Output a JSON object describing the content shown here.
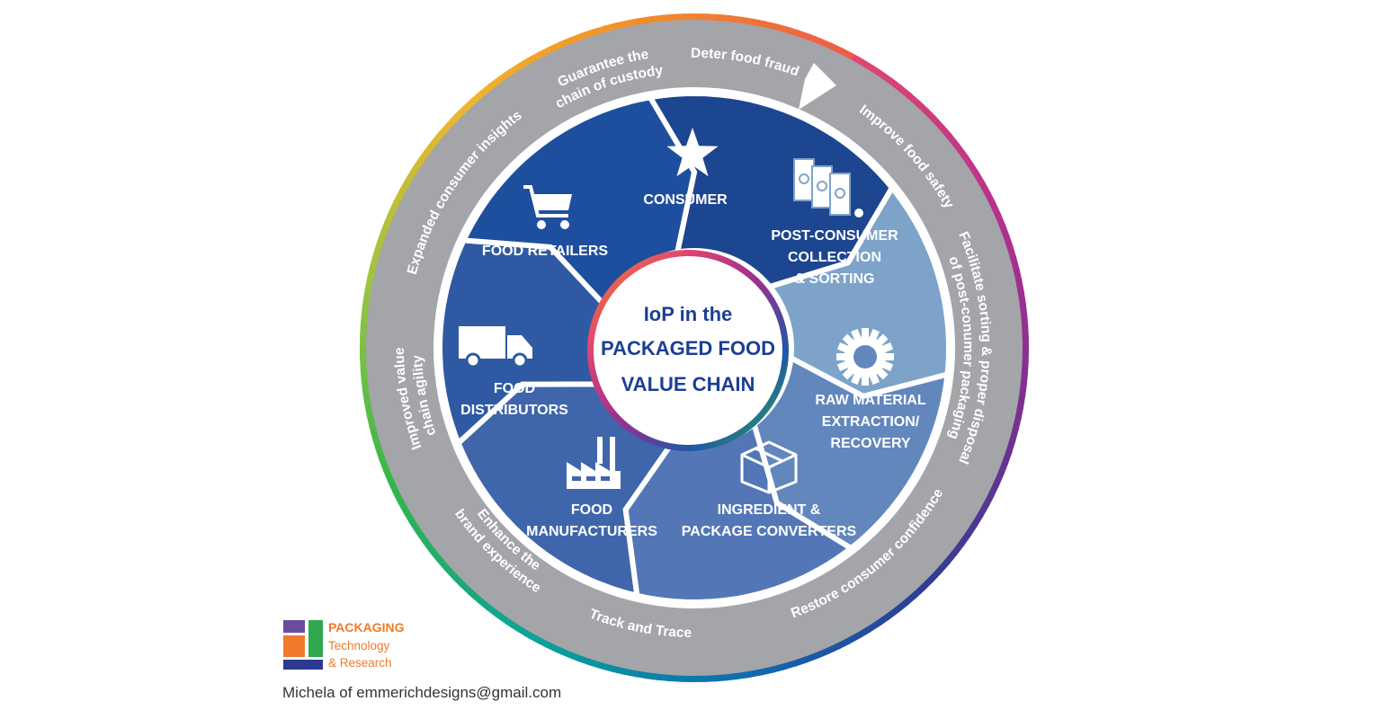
{
  "center": {
    "line1": "IoP in the",
    "line2": "PACKAGED FOOD",
    "line3": "VALUE CHAIN"
  },
  "segments": [
    {
      "lines": [
        "CONSUMER"
      ],
      "color": "#1d4691",
      "icon": "star-icon"
    },
    {
      "lines": [
        "POST-CONSUMER",
        "COLLECTION",
        "& SORTING"
      ],
      "color": "#7da3c9",
      "icon": "recycling-bins-icon"
    },
    {
      "lines": [
        "RAW MATERIAL",
        "EXTRACTION/",
        "RECOVERY"
      ],
      "color": "#6287bd",
      "icon": "gear-icon"
    },
    {
      "lines": [
        "INGREDIENT &",
        "PACKAGE CONVERTERS"
      ],
      "color": "#5377b6",
      "icon": "box-icon"
    },
    {
      "lines": [
        "FOOD",
        "MANUFACTURERS"
      ],
      "color": "#3f66ab",
      "icon": "factory-icon"
    },
    {
      "lines": [
        "FOOD",
        "DISTRIBUTORS"
      ],
      "color": "#2f5aa3",
      "icon": "truck-icon"
    },
    {
      "lines": [
        "FOOD RETAILERS"
      ],
      "color": "#1e4f9e",
      "icon": "shopping-cart-icon"
    }
  ],
  "benefits": [
    {
      "lines": [
        "Deter food fraud"
      ]
    },
    {
      "lines": [
        "Improve food safety"
      ]
    },
    {
      "lines": [
        "Facilitate sorting & proper disposal",
        "of post-conumer packaging"
      ]
    },
    {
      "lines": [
        "Restore consumer confidence"
      ]
    },
    {
      "lines": [
        "Track and Trace"
      ]
    },
    {
      "lines": [
        "Enhance the",
        "brand experience"
      ]
    },
    {
      "lines": [
        "Improved value",
        "chain agility"
      ]
    },
    {
      "lines": [
        "Expanded consumer insights"
      ]
    },
    {
      "lines": [
        "Guarantee the",
        "chain of custody"
      ]
    }
  ],
  "colors": {
    "ring_gray": "#a3a5a8",
    "gradient": [
      "#e0466f",
      "#b6318f",
      "#7b2f90",
      "#2c3e96",
      "#0f6db0",
      "#0aa39a",
      "#32b54a",
      "#9bc540",
      "#f0b52c",
      "#f18a2a",
      "#ee5a4c"
    ],
    "center_text": "#1c3f94"
  },
  "logo": {
    "line1": "PACKAGING",
    "line2": "Technology",
    "line3": "& Research",
    "colors": [
      "#6a4c9c",
      "#2fa84f",
      "#f07a2a",
      "#2b3990"
    ]
  },
  "credit": {
    "prefix": "Michela of ",
    "email": "emmerichdesigns@gmail.com"
  }
}
